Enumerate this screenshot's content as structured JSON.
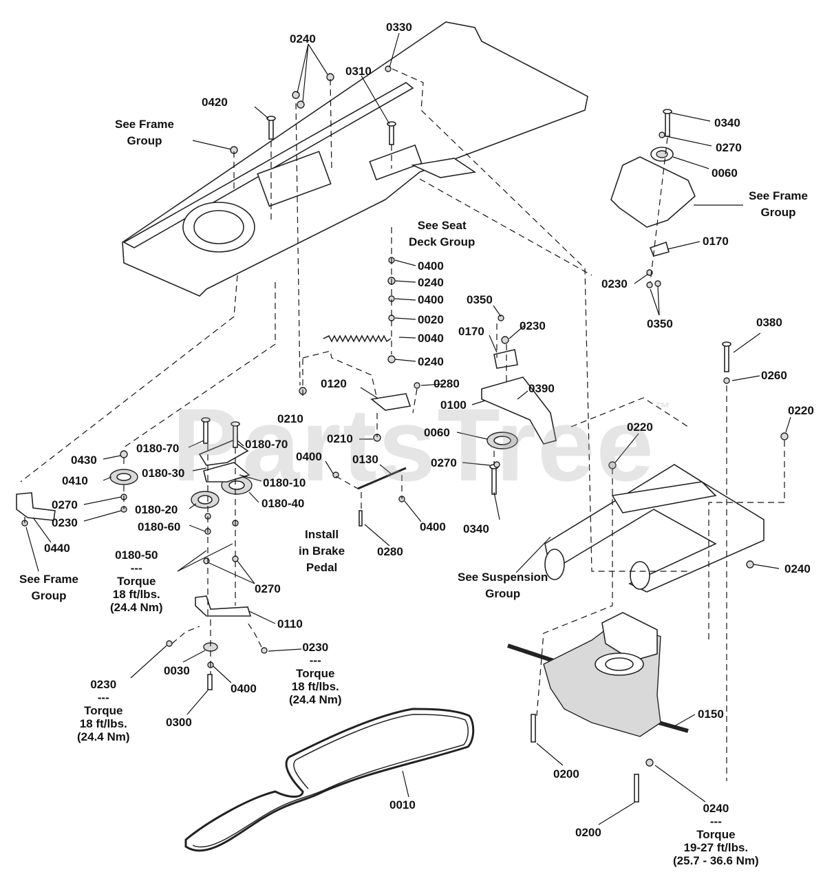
{
  "watermark": "PartsTree",
  "watermark_tm": "™",
  "callouts": {
    "c0240_top": "0240",
    "c0330": "0330",
    "c0310": "0310",
    "c0420": "0420",
    "see_frame_1": [
      "See Frame",
      "Group"
    ],
    "c0340_r": "0340",
    "c0270_r": "0270",
    "c0060_r": "0060",
    "see_frame_2": [
      "See Frame",
      "Group"
    ],
    "see_seat": [
      "See Seat",
      "Deck Group"
    ],
    "c0170_r": "0170",
    "c0230_r": "0230",
    "c0350_r": "0350",
    "c0400_a": "0400",
    "c0240_a": "0240",
    "c0400_b": "0400",
    "c0020": "0020",
    "c0040": "0040",
    "c0240_b": "0240",
    "c0350_m": "0350",
    "c0230_m": "0230",
    "c0170_m": "0170",
    "c0380": "0380",
    "c0260": "0260",
    "c0120": "0120",
    "c0280_a": "0280",
    "c0390": "0390",
    "c0100": "0100",
    "c0210_a": "0210",
    "c0210_b": "0210",
    "c0060_m": "0060",
    "c0220_a": "0220",
    "c0220_b": "0220",
    "c0180_70a": "0180-70",
    "c0180_70b": "0180-70",
    "c0430": "0430",
    "c0180_30": "0180-30",
    "c0400_c": "0400",
    "c0130": "0130",
    "c0270_m": "0270",
    "c0410": "0410",
    "c0180_10": "0180-10",
    "c0270_l": "0270",
    "c0180_40": "0180-40",
    "c0230_l": "0230",
    "c0180_20": "0180-20",
    "c0180_60": "0180-60",
    "install_brake": [
      "Install",
      "in Brake",
      "Pedal"
    ],
    "c0340_m": "0340",
    "c0400_d": "0400",
    "c0280_b": "0280",
    "c0440": "0440",
    "see_frame_3": [
      "See Frame",
      "Group"
    ],
    "c0180_50": [
      "0180-50",
      "---",
      "Torque",
      "18 ft/lbs.",
      "(24.4 Nm)"
    ],
    "c0270_b": "0270",
    "see_suspension": [
      "See Suspension",
      "Group"
    ],
    "c0240_m": "0240",
    "c0110": "0110",
    "c0230_t1": [
      "0230",
      "---",
      "Torque",
      "18 ft/lbs.",
      "(24.4 Nm)"
    ],
    "c0030": "0030",
    "c0400_e": "0400",
    "c0230_t2": [
      "0230",
      "---",
      "Torque",
      "18 ft/lbs.",
      "(24.4 Nm)"
    ],
    "c0300": "0300",
    "c0150": "0150",
    "c0010": "0010",
    "c0200_a": "0200",
    "c0200_b": "0200",
    "c0240_t": [
      "0240",
      "---",
      "Torque",
      "19-27 ft/lbs.",
      "(25.7 - 36.6 Nm)"
    ]
  }
}
